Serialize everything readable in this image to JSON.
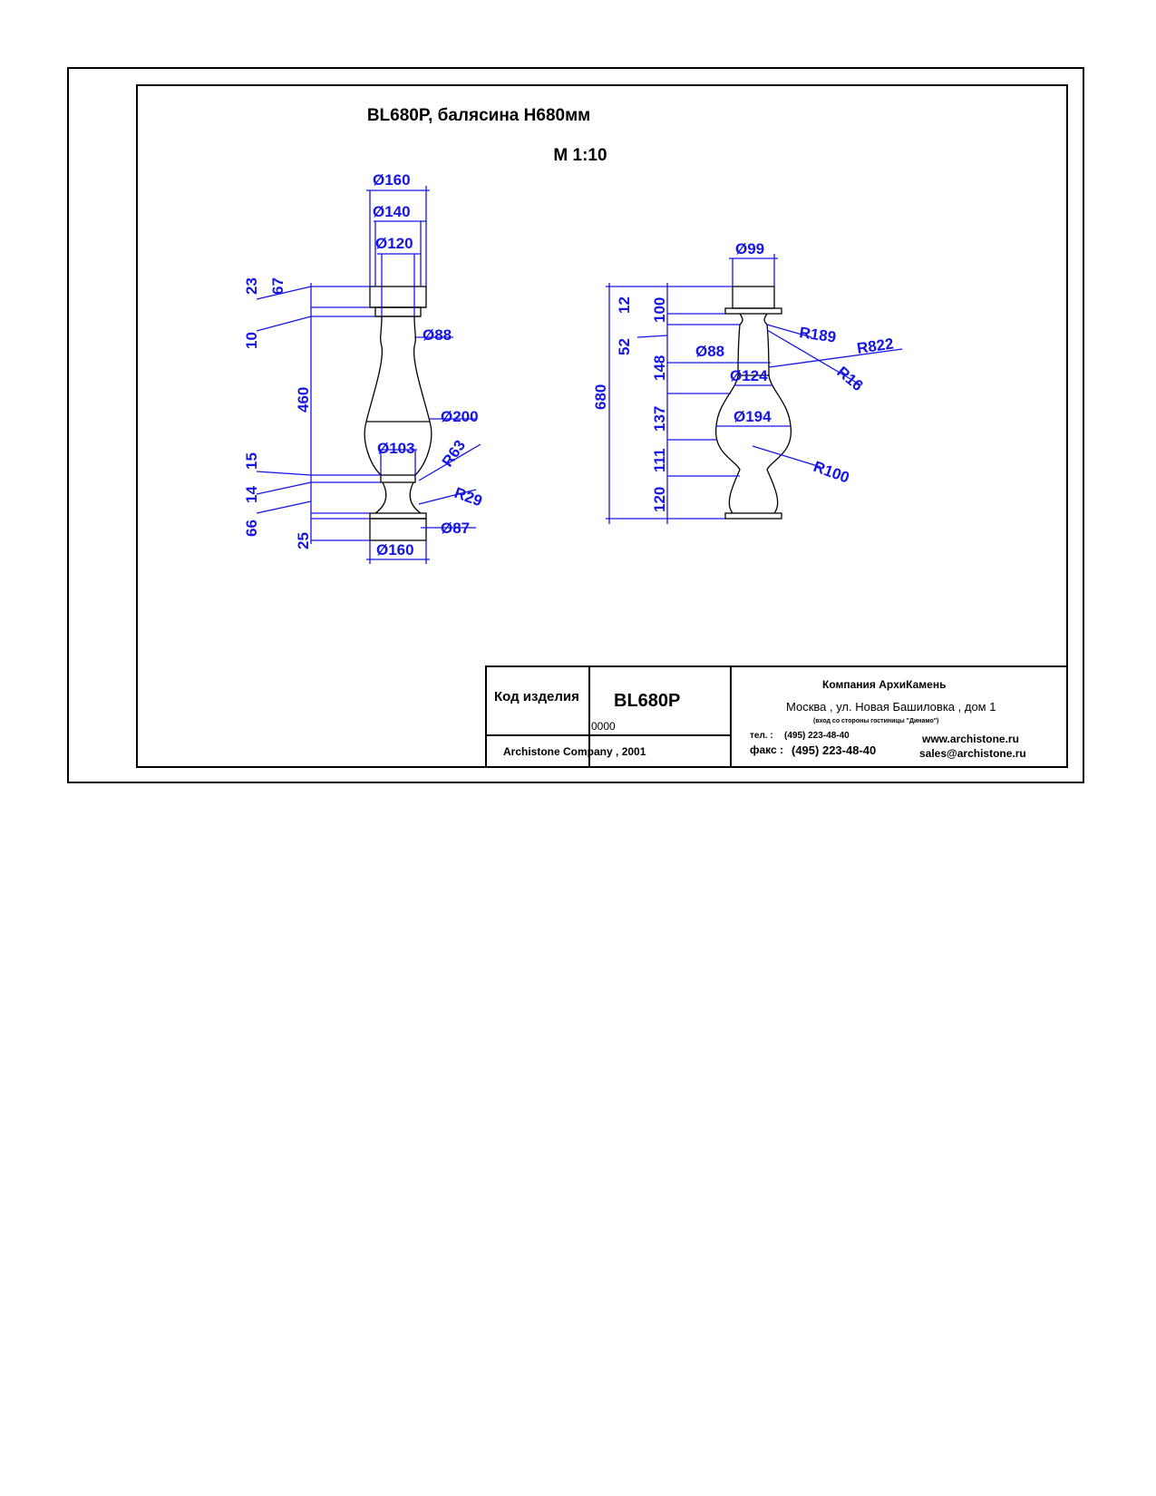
{
  "drawing": {
    "title": "BL680P, балясина H680мм",
    "scale": "M 1:10"
  },
  "left_view": {
    "diameters": [
      "Ø160",
      "Ø140",
      "Ø120",
      "Ø88",
      "Ø200",
      "Ø103",
      "Ø87",
      "Ø160"
    ],
    "radii": [
      "R63",
      "R29"
    ],
    "heights": [
      "23",
      "67",
      "10",
      "460",
      "15",
      "14",
      "66",
      "25"
    ]
  },
  "right_view": {
    "diameters": [
      "Ø99",
      "Ø88",
      "Ø124",
      "Ø194"
    ],
    "radii": [
      "R189",
      "R822",
      "R16",
      "R100"
    ],
    "heights": [
      "12",
      "100",
      "52",
      "148",
      "137",
      "111",
      "120",
      "680"
    ]
  },
  "title_block": {
    "code_label": "Код изделия",
    "code_value": "BL680P",
    "code_sub": "0000",
    "copyright": "Archistone  Company ,  2001",
    "company": "Компания  АрхиКамень",
    "address": "Москва , ул. Новая Башиловка , дом 1",
    "address_note": "(вход со стороны гостиницы \"Динамо\")",
    "tel_label": "тел.   :",
    "tel": "(495) 223-48-40",
    "fax_label": "факс :",
    "fax": "(495) 223-48-40",
    "web": "www.archistone.ru",
    "email": "sales@archistone.ru"
  },
  "colors": {
    "dimension": "#1414e6",
    "line": "#000000"
  }
}
